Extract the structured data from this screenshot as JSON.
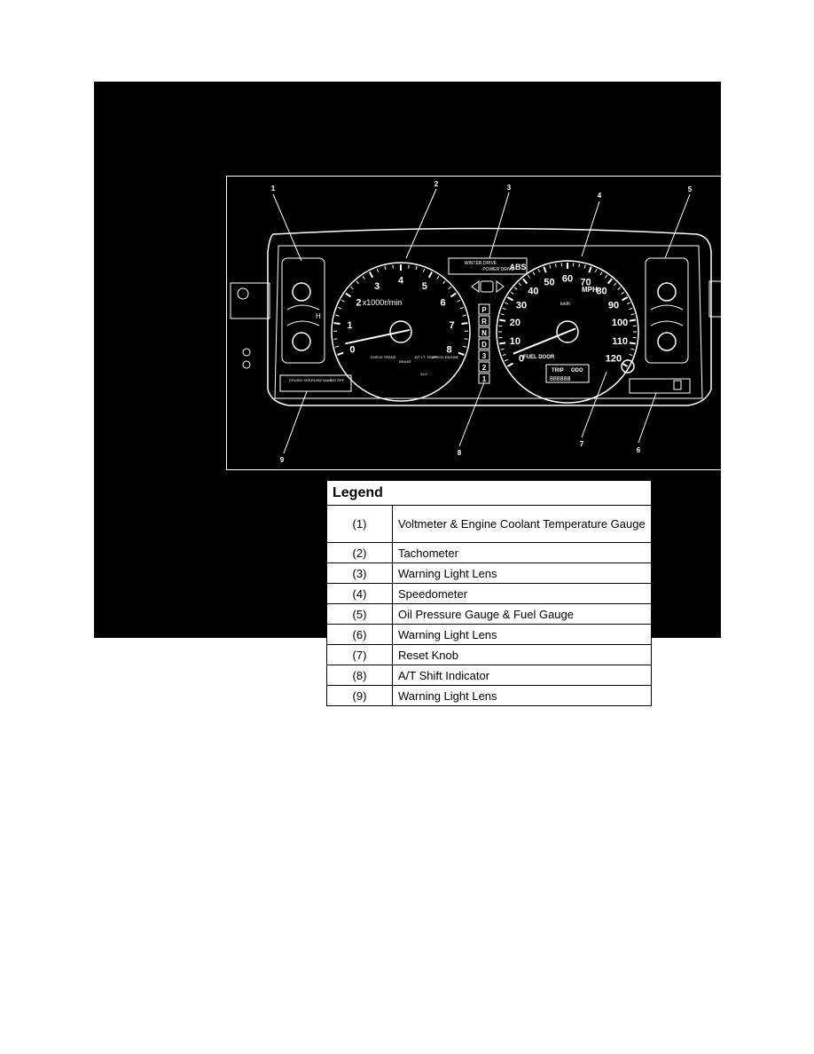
{
  "diagram": {
    "callouts": [
      "1",
      "2",
      "3",
      "4",
      "5",
      "6",
      "7",
      "8",
      "9"
    ],
    "tachometer": {
      "ticks": [
        "0",
        "1",
        "2",
        "3",
        "4",
        "5",
        "6",
        "7",
        "8"
      ],
      "unit_label": "x1000r/min",
      "warning_labels": [
        "CHECK TRANS",
        "BRAKE",
        "A/T LT. TEMP",
        "CHECK ENGINE",
        "4LO"
      ]
    },
    "speedometer": {
      "ticks_mph": [
        "0",
        "10",
        "20",
        "30",
        "40",
        "50",
        "60",
        "70",
        "80",
        "90",
        "100",
        "110",
        "120"
      ],
      "unit_label": "MPH",
      "unit_sub_label": "km/h",
      "fuel_door_label": "FUEL DOOR",
      "odo_labels": [
        "TRIP",
        "ODO"
      ],
      "odo_digits": "888888"
    },
    "top_lens_labels": [
      "WINTER DRIVE",
      "POWER DRIVE",
      "ABS"
    ],
    "shift_positions": [
      "P",
      "R",
      "N",
      "D",
      "3",
      "2",
      "1"
    ],
    "left_gauge_labels": [
      "H"
    ],
    "bottom_left_labels": [
      "CRUISE SET",
      "CRUISE MAIN",
      "O/D OFF"
    ]
  },
  "legend": {
    "title": "Legend",
    "rows": [
      {
        "num": "(1)",
        "label": "Voltmeter & Engine Coolant Temperature Gauge"
      },
      {
        "num": "(2)",
        "label": "Tachometer"
      },
      {
        "num": "(3)",
        "label": "Warning Light Lens"
      },
      {
        "num": "(4)",
        "label": "Speedometer"
      },
      {
        "num": "(5)",
        "label": "Oil Pressure Gauge & Fuel Gauge"
      },
      {
        "num": "(6)",
        "label": "Warning Light Lens"
      },
      {
        "num": "(7)",
        "label": "Reset Knob"
      },
      {
        "num": "(8)",
        "label": "A/T Shift Indicator"
      },
      {
        "num": "(9)",
        "label": "Warning Light Lens"
      }
    ]
  }
}
